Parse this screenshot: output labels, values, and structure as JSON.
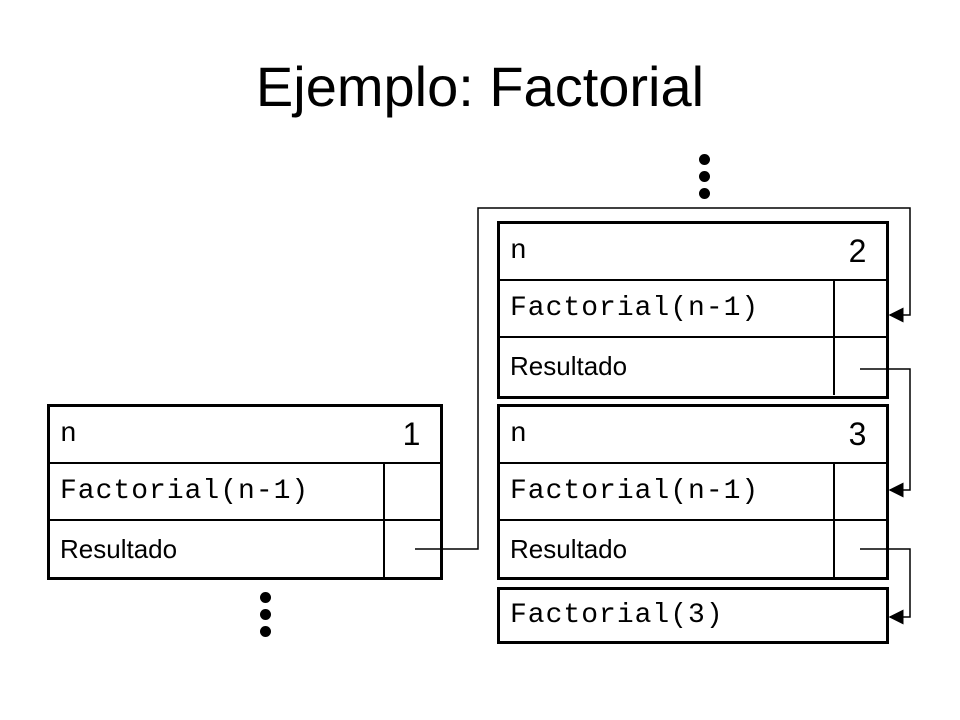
{
  "title": "Ejemplo: Factorial",
  "frames": {
    "frame_n1": {
      "n_label": "n",
      "n_value": "1",
      "call_label": "Factorial(n-1)",
      "result_label": "Resultado"
    },
    "frame_n2": {
      "n_label": "n",
      "n_value": "2",
      "call_label": "Factorial(n-1)",
      "result_label": "Resultado"
    },
    "frame_n3": {
      "n_label": "n",
      "n_value": "3",
      "call_label": "Factorial(n-1)",
      "result_label": "Resultado"
    },
    "initial_call": {
      "call_label": "Factorial(3)"
    }
  }
}
